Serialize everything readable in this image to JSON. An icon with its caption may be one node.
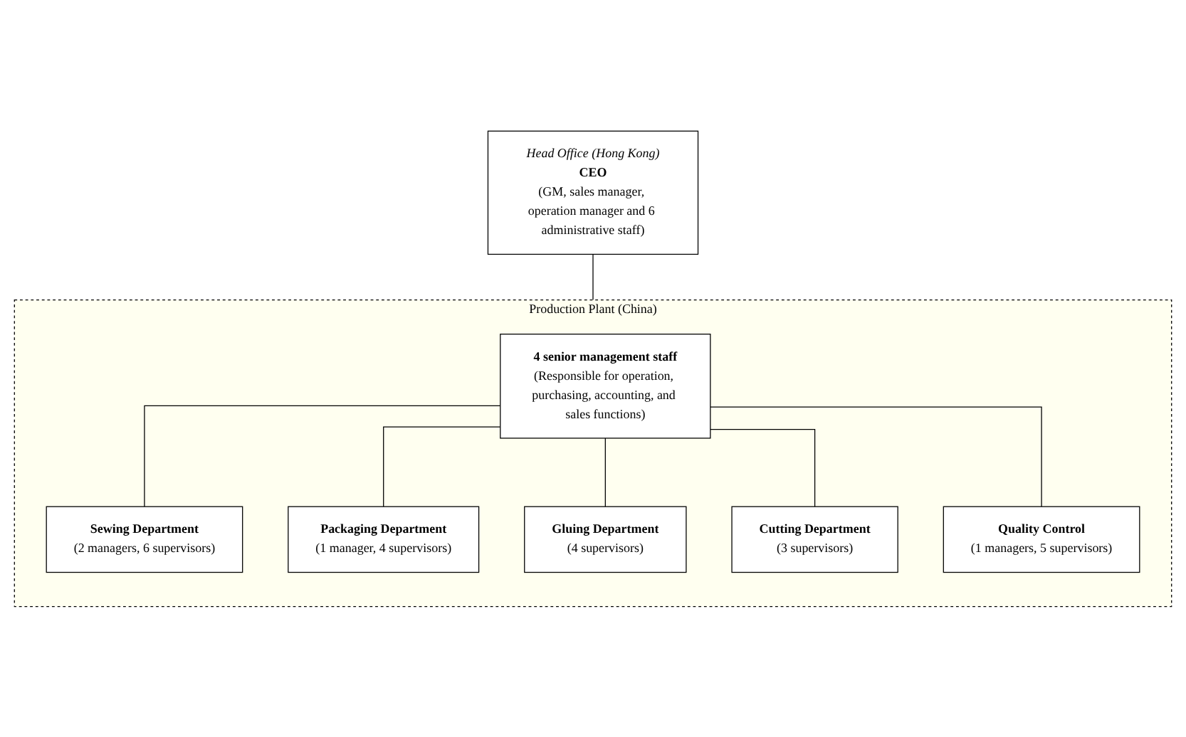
{
  "diagram": {
    "nodes": [
      {
        "text": [
          "Head Office (Hong Kong)",
          "CEO",
          "(GM, sales manager, operation manager and 6 administrative staff)"
        ]
      },
      {
        "text": [
          "Production Plant (China)"
        ]
      },
      {
        "text": [
          "4 senior management staff",
          "(Responsible for operation, purchasing, accounting, and sales functions)"
        ],
        "in": 1
      },
      {
        "text": [
          "Sewing Department",
          "(2 managers, 6 supervisors)"
        ],
        "in": 1
      },
      {
        "text": [
          "Packaging Department",
          "(1 manager, 4 supervisors)"
        ],
        "in": 1
      },
      {
        "text": [
          "Gluing Department",
          "(4 supervisors)"
        ],
        "in": 1
      },
      {
        "text": [
          "Cutting Department",
          "(3 supervisors)"
        ],
        "in": 1
      },
      {
        "text": [
          "Quality Control",
          "(1 managers, 5 supervisors)"
        ],
        "in": 1
      }
    ],
    "edges": [
      {
        "from": 0,
        "to": 1,
        "arrow": "none"
      },
      {
        "from": 2,
        "to": 3,
        "arrow": "none"
      },
      {
        "from": 2,
        "to": 4,
        "arrow": "none"
      },
      {
        "from": 2,
        "to": 5,
        "arrow": "none"
      },
      {
        "from": 2,
        "to": 6,
        "arrow": "none"
      },
      {
        "from": 2,
        "to": 7,
        "arrow": "none"
      }
    ]
  }
}
